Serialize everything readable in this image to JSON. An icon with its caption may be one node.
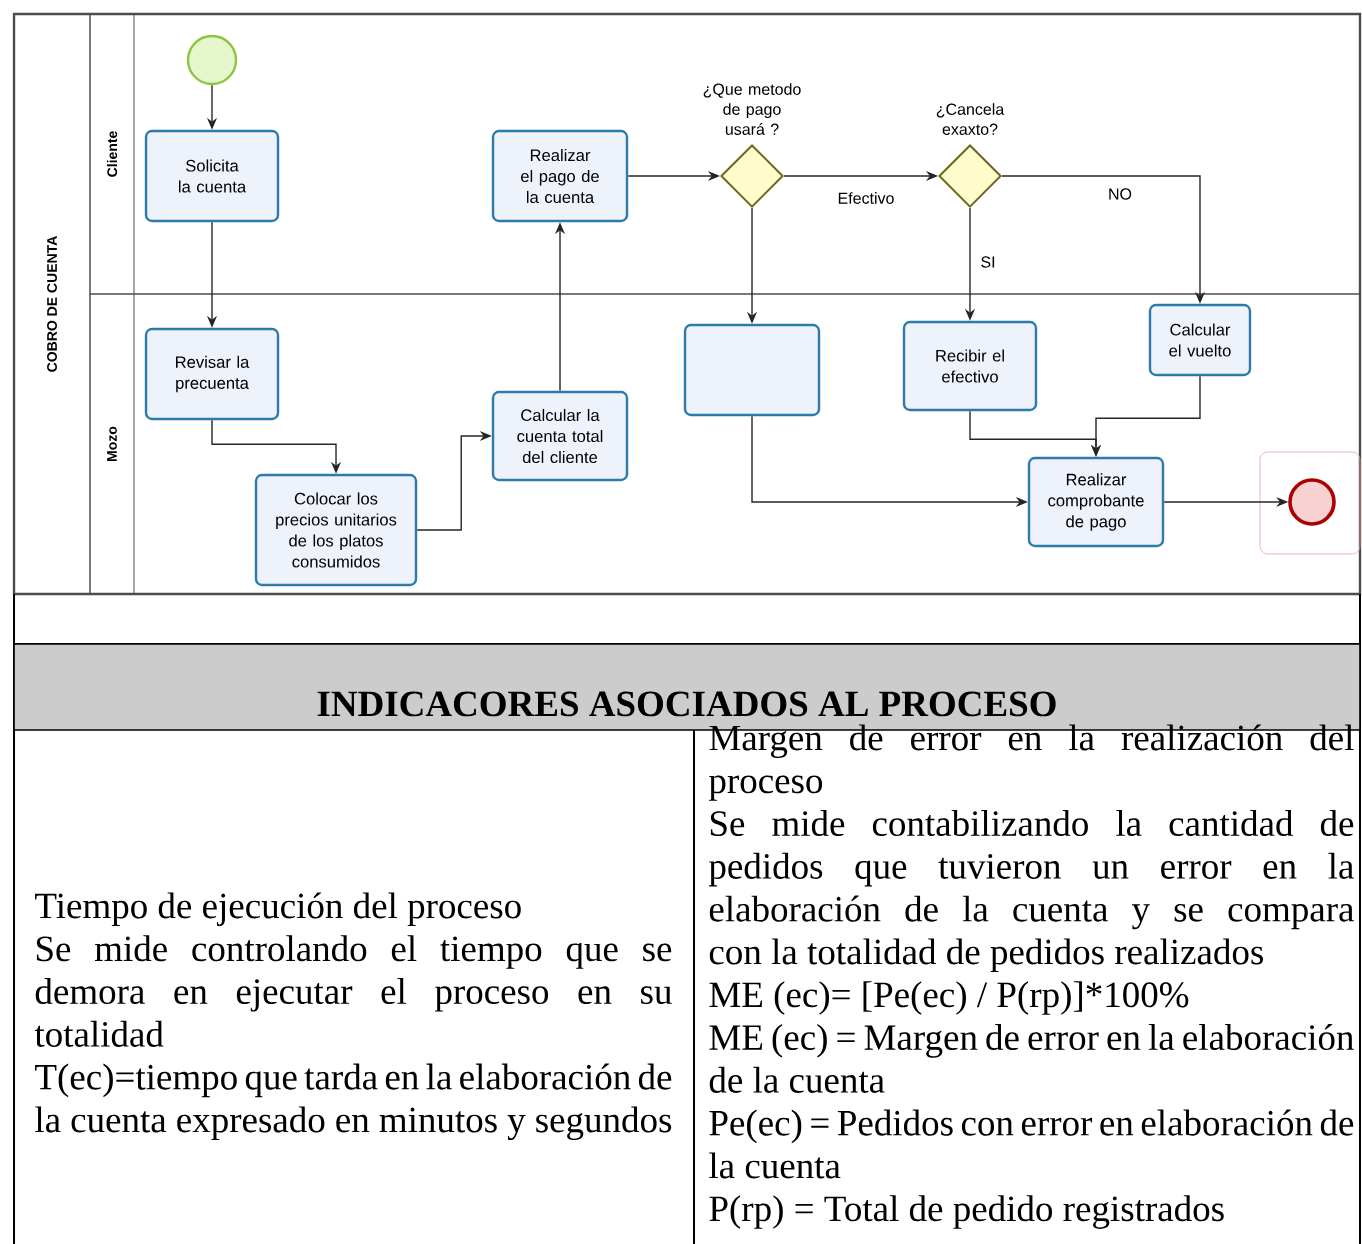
{
  "diagram": {
    "nodes": [
      {
        "text": [
          "COBRO DE CUENTA"
        ]
      },
      {
        "text": [
          "Cliente"
        ],
        "in": 0
      },
      {
        "text": [
          "Mozo"
        ],
        "in": 0
      },
      {
        "text": [],
        "shape": "circle",
        "in": 1
      },
      {
        "text": [
          "Solicita la cuenta"
        ],
        "in": 1
      },
      {
        "text": [
          "Realizar el pago de la cuenta"
        ],
        "in": 1
      },
      {
        "text": [
          "¿Que metodo de pago usará ?"
        ],
        "in": 1
      },
      {
        "text": [
          "¿Cancela exaxto?"
        ],
        "in": 1
      },
      {
        "text": [
          "Revisar la precuenta"
        ],
        "in": 2
      },
      {
        "text": [
          "Colocar los precios unitarios de los platos consumidos"
        ],
        "in": 2
      },
      {
        "text": [
          "Calcular la cuenta total del cliente"
        ],
        "in": 2
      },
      {
        "text": [],
        "shape": "box",
        "in": 2
      },
      {
        "text": [
          "Recibir el efectivo"
        ],
        "in": 2
      },
      {
        "text": [
          "Calcular el vuelto"
        ],
        "in": 2
      },
      {
        "text": [
          "Realizar comprobante de pago"
        ],
        "in": 2
      },
      {
        "text": [],
        "shape": "circle",
        "in": 2
      }
    ],
    "edges": [
      {
        "from": 3,
        "to": 4,
        "arrow": "to"
      },
      {
        "from": 4,
        "to": 8,
        "arrow": "to"
      },
      {
        "from": 8,
        "to": 9,
        "arrow": "to"
      },
      {
        "from": 9,
        "to": 10,
        "arrow": "to"
      },
      {
        "from": 10,
        "to": 5,
        "arrow": "to"
      },
      {
        "from": 5,
        "to": 6,
        "arrow": "to"
      },
      {
        "from": 6,
        "to": 7,
        "arrow": "to",
        "label": "Efectivo"
      },
      {
        "from": 6,
        "to": 11,
        "arrow": "to"
      },
      {
        "from": 7,
        "to": 12,
        "arrow": "to",
        "label": "SI"
      },
      {
        "from": 7,
        "to": 13,
        "arrow": "to",
        "label": "NO"
      },
      {
        "from": 12,
        "to": 14,
        "arrow": "to"
      },
      {
        "from": 13,
        "to": 14,
        "arrow": "to"
      },
      {
        "from": 11,
        "to": 14,
        "arrow": "to"
      },
      {
        "from": 14,
        "to": 15,
        "arrow": "to"
      }
    ],
    "labels": [
      "INDICACORES ASOCIADOS AL PROCESO",
      "Tiempo de ejecución del proceso",
      "Se mide controlando el tiempo que se demora en ejecutar el proceso en su totalidad",
      "T(ec)=tiempo que tarda en la elaboración de la cuenta expresado en minutos y segundos",
      "Margen de error en la realización del proceso",
      "Se mide contabilizando la cantidad de pedidos que tuvieron un error en la elaboración de la cuenta y se compara con la totalidad de pedidos realizados",
      "ME (ec)= [Pe(ec) / P(rp)]*100%",
      "ME (ec) = Margen de error en la elaboración de la cuenta",
      "Pe(ec) = Pedidos con error en elaboración de la cuenta",
      "P(rp) = Total de pedido registrados"
    ]
  }
}
